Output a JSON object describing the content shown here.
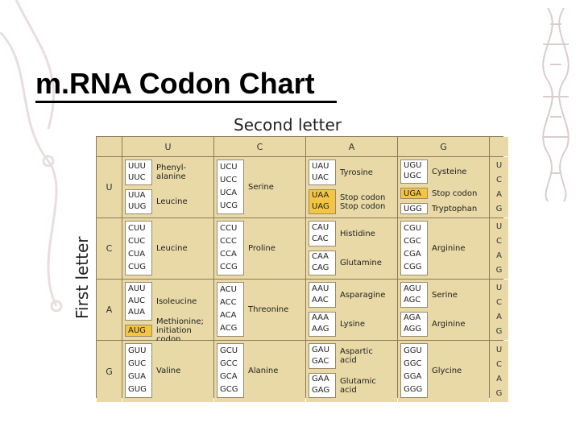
{
  "slide": {
    "title": "m.RNA Codon Chart"
  },
  "chart": {
    "second_letter_label": "Second letter",
    "first_letter_label": "First letter",
    "bases": [
      "U",
      "C",
      "A",
      "G"
    ],
    "third_letters": [
      "U",
      "C",
      "A",
      "G"
    ],
    "rows": [
      {
        "first": "U",
        "blocks": [
          {
            "groups": [
              {
                "codons": [
                  "UUU",
                  "UUC"
                ],
                "aa": [
                  "Phenyl-",
                  "alanine"
                ],
                "highlight": false
              },
              {
                "codons": [
                  "UUA",
                  "UUG"
                ],
                "aa": [
                  "Leucine"
                ],
                "highlight": false
              }
            ]
          },
          {
            "groups": [
              {
                "codons": [
                  "UCU",
                  "UCC",
                  "UCA",
                  "UCG"
                ],
                "aa": [
                  "Serine"
                ],
                "highlight": false
              }
            ]
          },
          {
            "groups": [
              {
                "codons": [
                  "UAU",
                  "UAC"
                ],
                "aa": [
                  "Tyrosine"
                ],
                "highlight": false
              },
              {
                "codons": [
                  "UAA",
                  "UAG"
                ],
                "aa": [
                  "Stop codon",
                  "Stop codon"
                ],
                "highlight": true
              }
            ]
          },
          {
            "groups": [
              {
                "codons": [
                  "UGU",
                  "UGC"
                ],
                "aa": [
                  "Cysteine"
                ],
                "highlight": false
              },
              {
                "codons": [
                  "UGA"
                ],
                "aa": [
                  "Stop codon"
                ],
                "highlight": true
              },
              {
                "codons": [
                  "UGG"
                ],
                "aa": [
                  "Tryptophan"
                ],
                "highlight": false
              }
            ]
          }
        ]
      },
      {
        "first": "C",
        "blocks": [
          {
            "groups": [
              {
                "codons": [
                  "CUU",
                  "CUC",
                  "CUA",
                  "CUG"
                ],
                "aa": [
                  "Leucine"
                ],
                "highlight": false
              }
            ]
          },
          {
            "groups": [
              {
                "codons": [
                  "CCU",
                  "CCC",
                  "CCA",
                  "CCG"
                ],
                "aa": [
                  "Proline"
                ],
                "highlight": false
              }
            ]
          },
          {
            "groups": [
              {
                "codons": [
                  "CAU",
                  "CAC"
                ],
                "aa": [
                  "Histidine"
                ],
                "highlight": false
              },
              {
                "codons": [
                  "CAA",
                  "CAG"
                ],
                "aa": [
                  "Glutamine"
                ],
                "highlight": false
              }
            ]
          },
          {
            "groups": [
              {
                "codons": [
                  "CGU",
                  "CGC",
                  "CGA",
                  "CGG"
                ],
                "aa": [
                  "Arginine"
                ],
                "highlight": false
              }
            ]
          }
        ]
      },
      {
        "first": "A",
        "blocks": [
          {
            "groups": [
              {
                "codons": [
                  "AUU",
                  "AUC",
                  "AUA"
                ],
                "aa": [
                  "Isoleucine"
                ],
                "highlight": false
              },
              {
                "codons": [
                  "AUG"
                ],
                "aa": [
                  "Methionine;",
                  "initiation",
                  "codon"
                ],
                "highlight": true
              }
            ]
          },
          {
            "groups": [
              {
                "codons": [
                  "ACU",
                  "ACC",
                  "ACA",
                  "ACG"
                ],
                "aa": [
                  "Threonine"
                ],
                "highlight": false
              }
            ]
          },
          {
            "groups": [
              {
                "codons": [
                  "AAU",
                  "AAC"
                ],
                "aa": [
                  "Asparagine"
                ],
                "highlight": false
              },
              {
                "codons": [
                  "AAA",
                  "AAG"
                ],
                "aa": [
                  "Lysine"
                ],
                "highlight": false
              }
            ]
          },
          {
            "groups": [
              {
                "codons": [
                  "AGU",
                  "AGC"
                ],
                "aa": [
                  "Serine"
                ],
                "highlight": false
              },
              {
                "codons": [
                  "AGA",
                  "AGG"
                ],
                "aa": [
                  "Arginine"
                ],
                "highlight": false
              }
            ]
          }
        ]
      },
      {
        "first": "G",
        "blocks": [
          {
            "groups": [
              {
                "codons": [
                  "GUU",
                  "GUC",
                  "GUA",
                  "GUG"
                ],
                "aa": [
                  "Valine"
                ],
                "highlight": false
              }
            ]
          },
          {
            "groups": [
              {
                "codons": [
                  "GCU",
                  "GCC",
                  "GCA",
                  "GCG"
                ],
                "aa": [
                  "Alanine"
                ],
                "highlight": false
              }
            ]
          },
          {
            "groups": [
              {
                "codons": [
                  "GAU",
                  "GAC"
                ],
                "aa": [
                  "Aspartic",
                  "acid"
                ],
                "highlight": false
              },
              {
                "codons": [
                  "GAA",
                  "GAG"
                ],
                "aa": [
                  "Glutamic",
                  "acid"
                ],
                "highlight": false
              }
            ]
          },
          {
            "groups": [
              {
                "codons": [
                  "GGU",
                  "GGC",
                  "GGA",
                  "GGG"
                ],
                "aa": [
                  "Glycine"
                ],
                "highlight": false
              }
            ]
          }
        ]
      }
    ]
  }
}
